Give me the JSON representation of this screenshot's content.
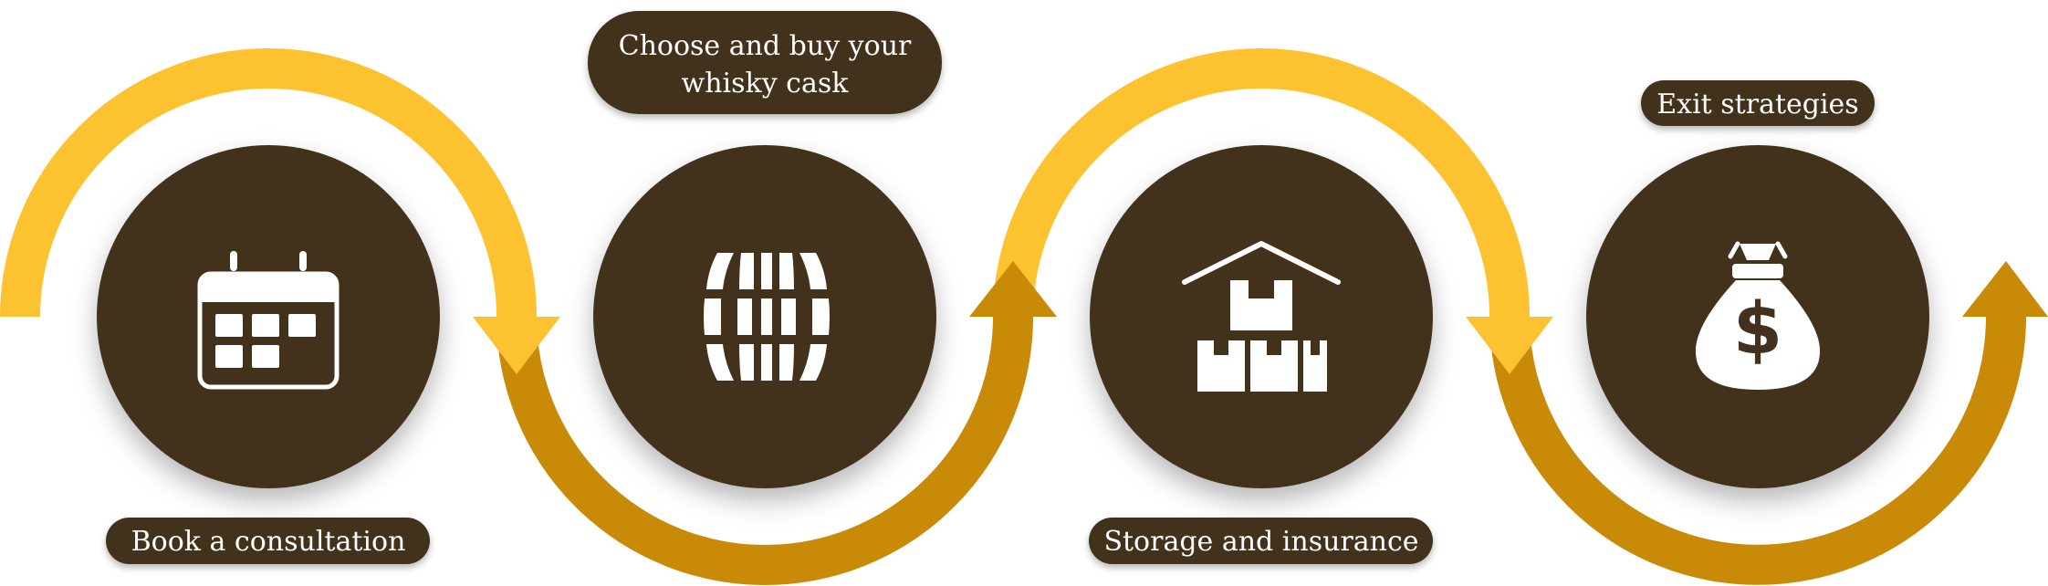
{
  "colors": {
    "dark_brown": "#43301f",
    "arc_yellow": "#fdc22f",
    "arc_gold": "#c98a08",
    "icon_white": "#ffffff",
    "background": "#ffffff"
  },
  "steps": [
    {
      "icon": "calendar-icon",
      "label_lines": [
        "Book a consultation"
      ],
      "label_position": "below"
    },
    {
      "icon": "whisky-barrel-icon",
      "label_lines": [
        "Choose and buy your",
        "whisky cask"
      ],
      "label_position": "above"
    },
    {
      "icon": "warehouse-boxes-icon",
      "label_lines": [
        "Storage and insurance"
      ],
      "label_position": "below"
    },
    {
      "icon": "money-bag-icon",
      "label_lines": [
        "Exit strategies"
      ],
      "label_position": "above"
    }
  ]
}
